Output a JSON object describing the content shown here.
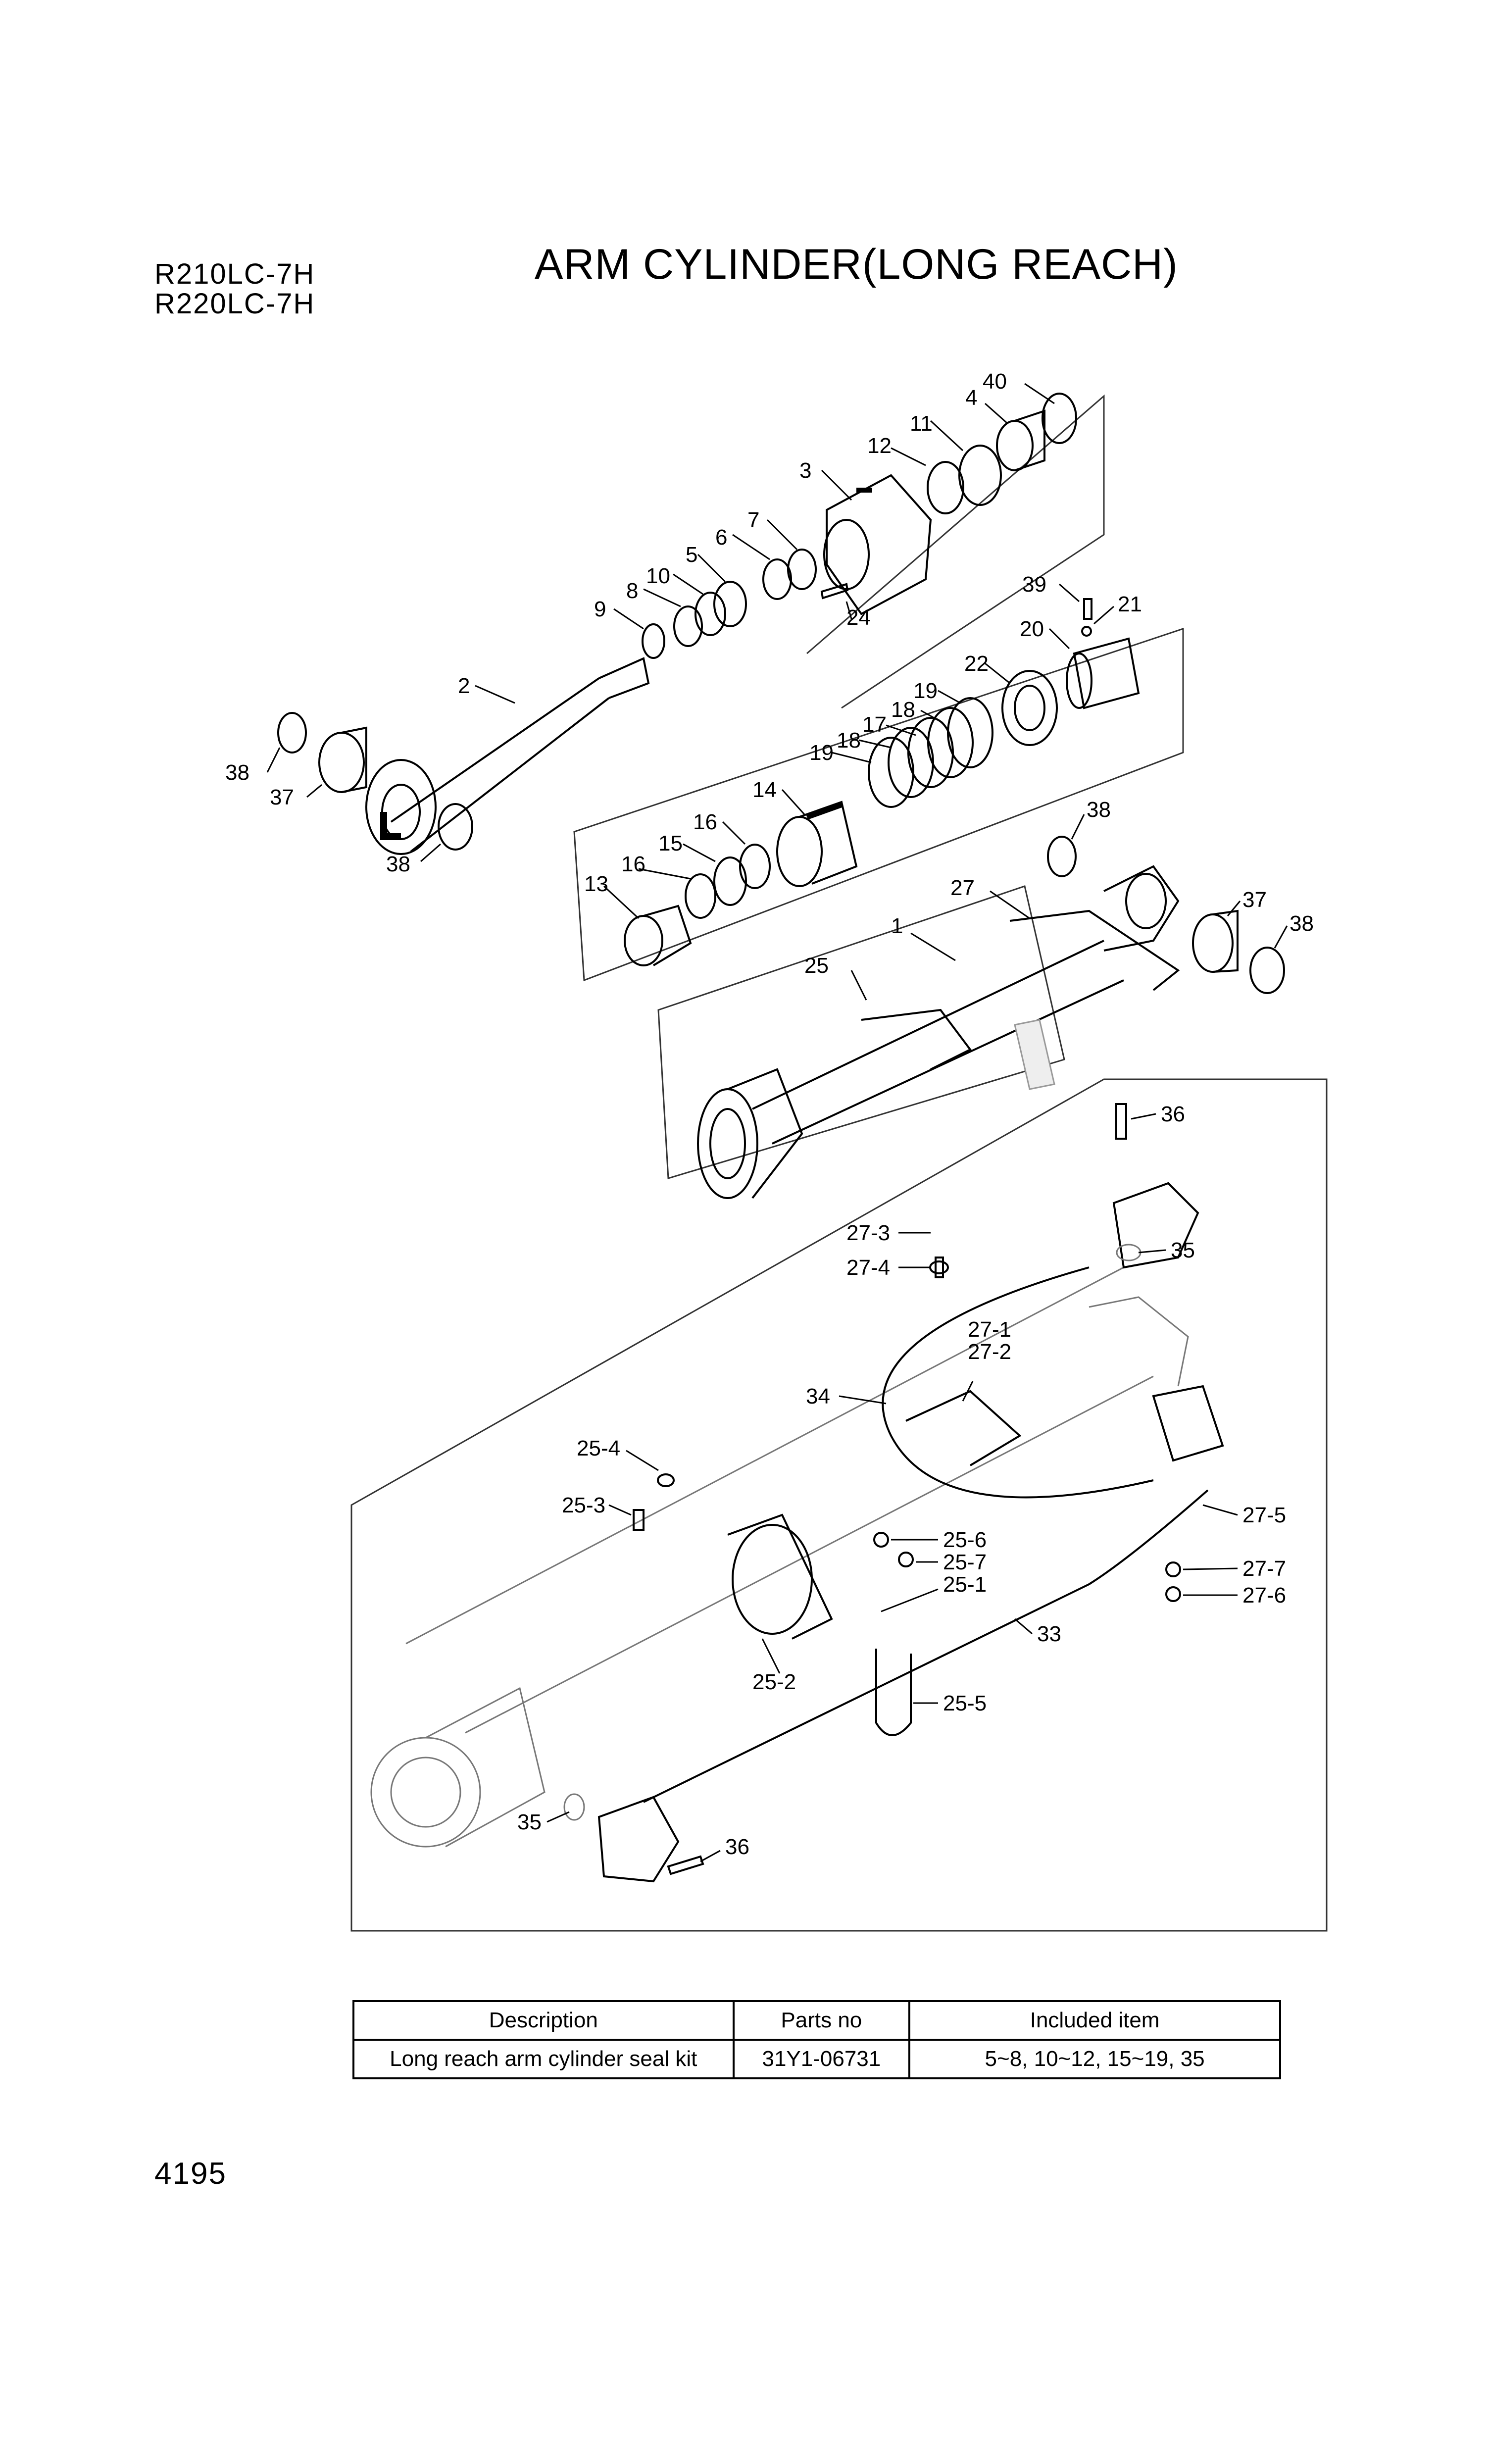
{
  "models": [
    "R210LC-7H",
    "R220LC-7H"
  ],
  "title": "ARM CYLINDER(LONG REACH)",
  "callouts": {
    "c40": "40",
    "c4": "4",
    "c11": "11",
    "c12": "12",
    "c3": "3",
    "c7": "7",
    "c6": "6",
    "c5": "5",
    "c10": "10",
    "c8": "8",
    "c9": "9",
    "c24": "24",
    "c2": "2",
    "c38a": "38",
    "c37a": "37",
    "c38b": "38",
    "c39": "39",
    "c21": "21",
    "c20": "20",
    "c22": "22",
    "c19a": "19",
    "c18a": "18",
    "c17": "17",
    "c18b": "18",
    "c19b": "19",
    "c14": "14",
    "c16a": "16",
    "c15": "15",
    "c16b": "16",
    "c13": "13",
    "c38c": "38",
    "c27": "27",
    "c1": "1",
    "c37b": "37",
    "c38d": "38",
    "c25": "25",
    "c36a": "36",
    "c27_3": "27-3",
    "c35a": "35",
    "c27_4": "27-4",
    "c27_1": "27-1",
    "c27_2": "27-2",
    "c34": "34",
    "c25_4": "25-4",
    "c25_3": "25-3",
    "c27_5": "27-5",
    "c25_6": "25-6",
    "c25_7": "25-7",
    "c27_7": "27-7",
    "c25_1": "25-1",
    "c27_6": "27-6",
    "c33": "33",
    "c25_2": "25-2",
    "c25_5": "25-5",
    "c35b": "35",
    "c36b": "36"
  },
  "kit_table": {
    "headers": [
      "Description",
      "Parts no",
      "Included item"
    ],
    "rows": [
      [
        "Long reach arm cylinder seal kit",
        "31Y1-06731",
        "5~8, 10~12, 15~19, 35"
      ]
    ]
  },
  "page_number": "4195"
}
